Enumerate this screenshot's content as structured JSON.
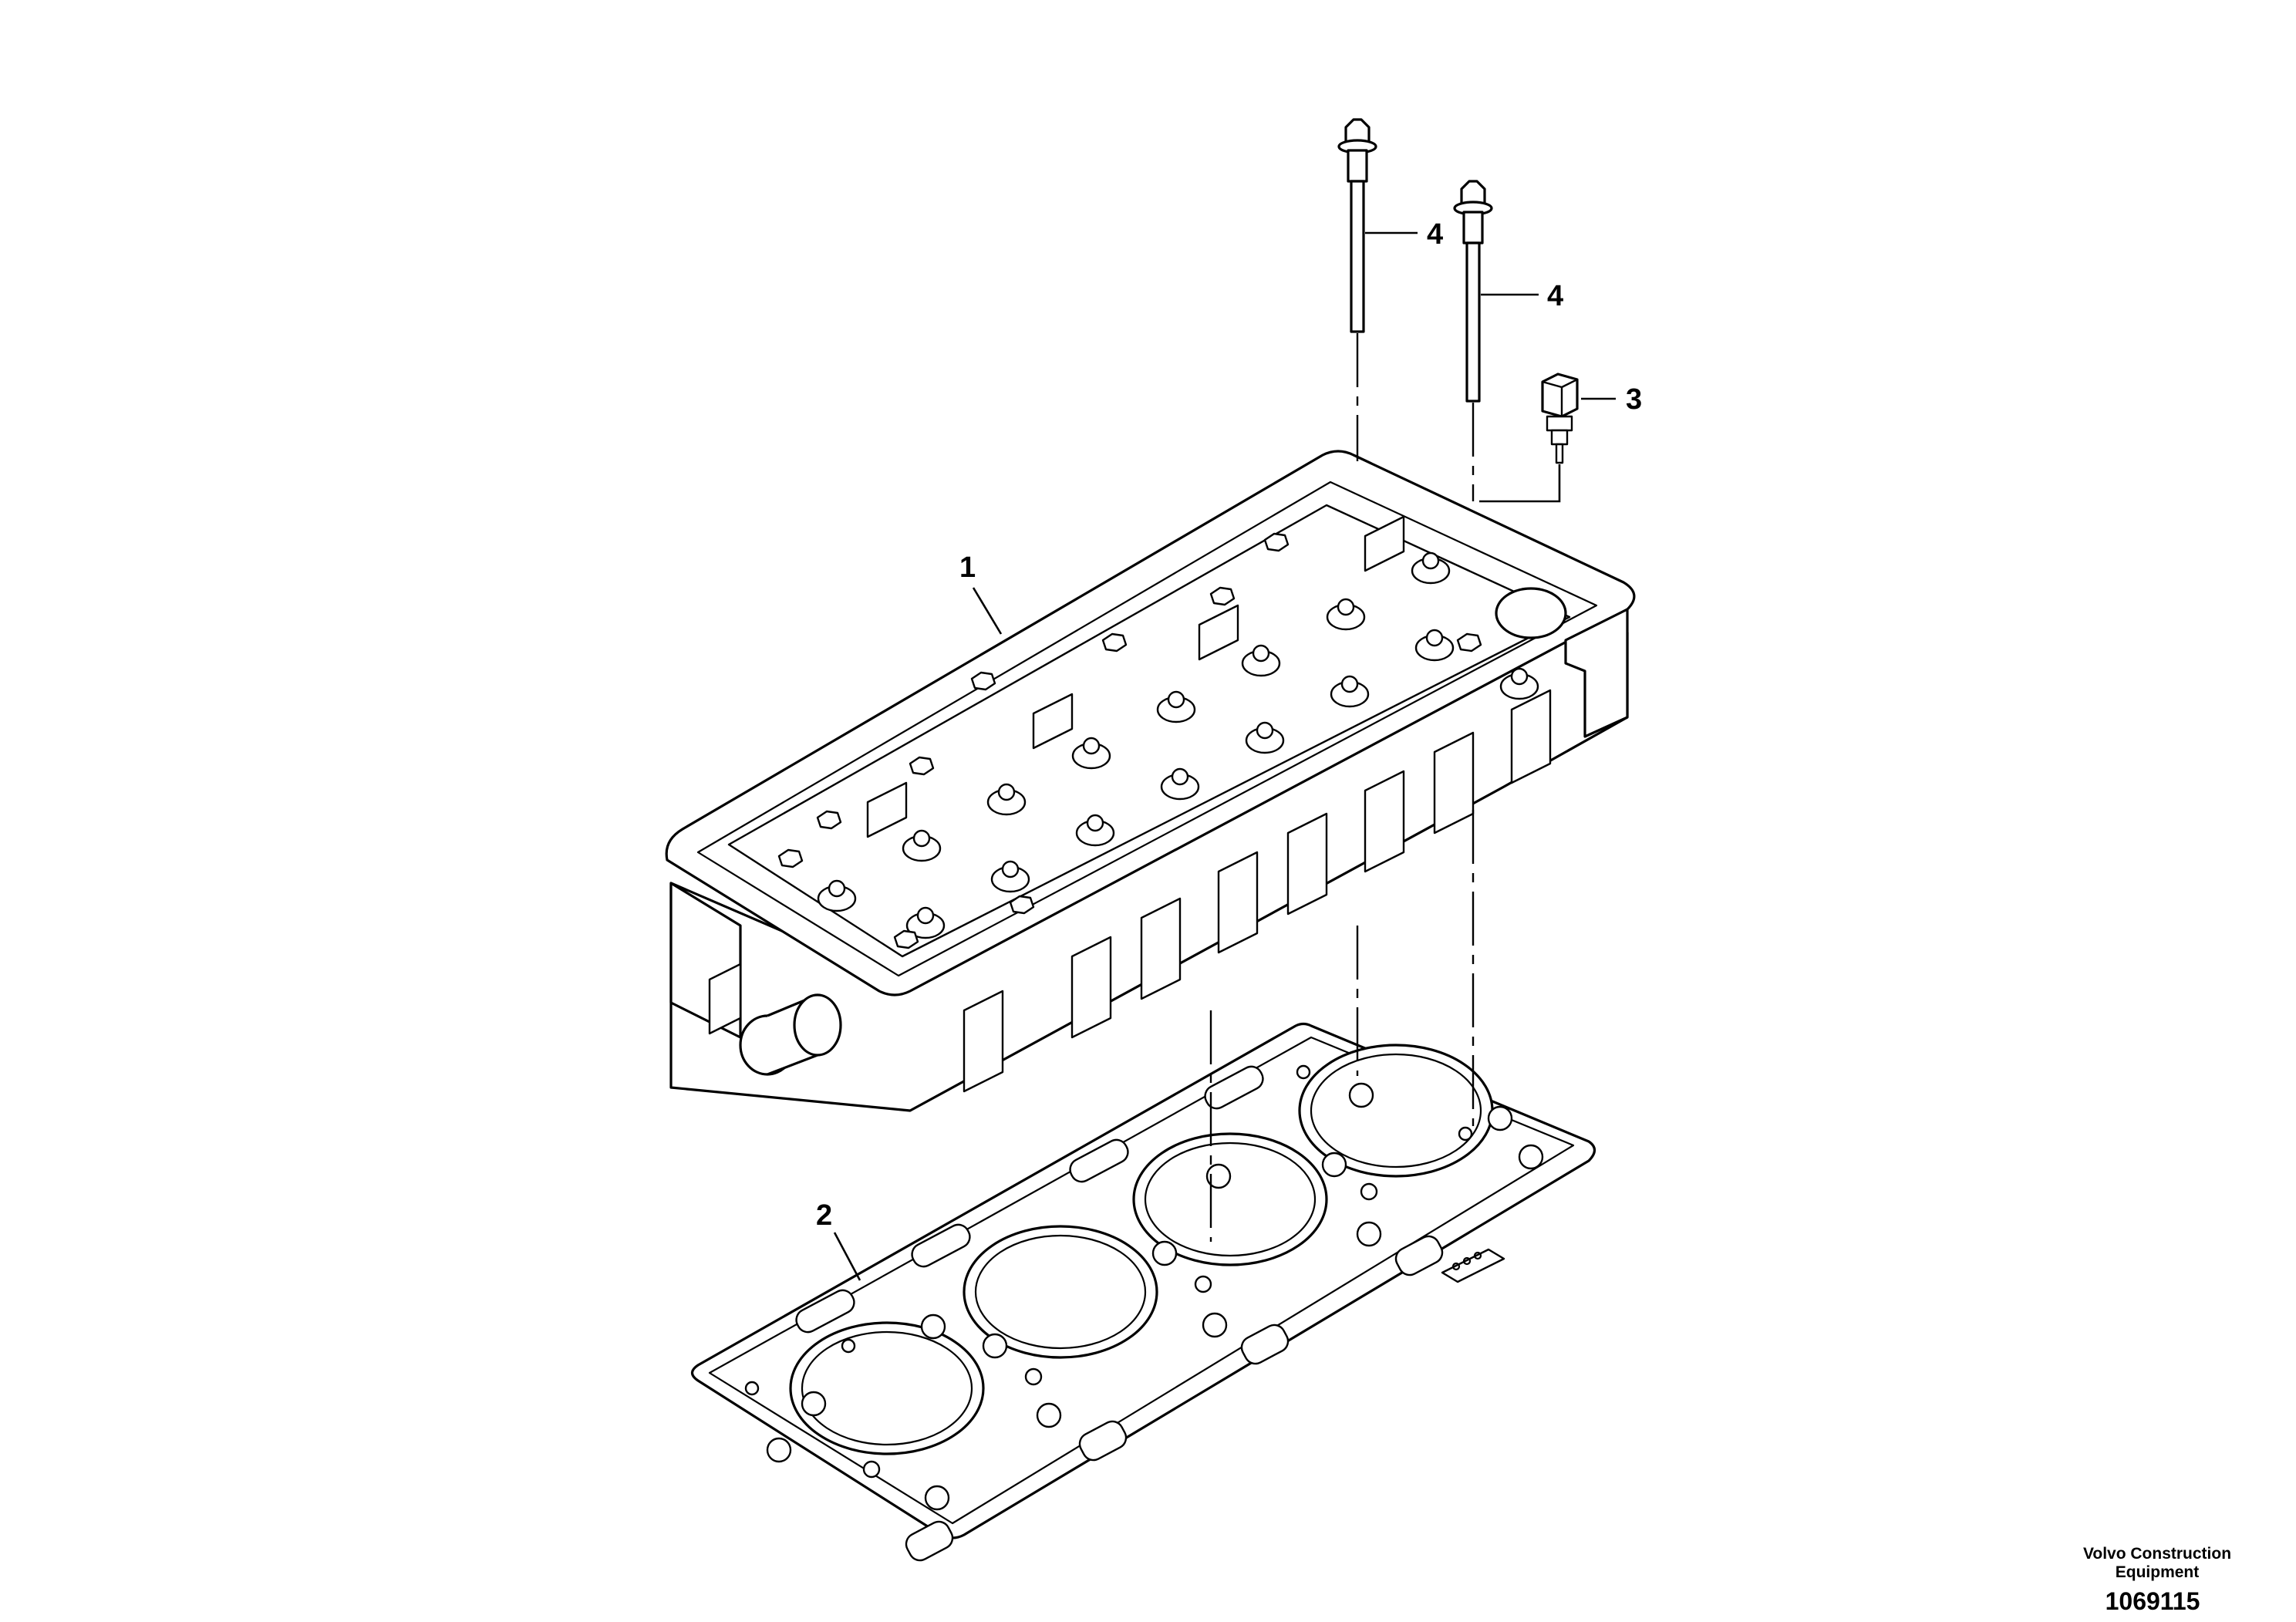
{
  "callouts": {
    "cylinder_head": "1",
    "head_gasket": "2",
    "sensor": "3",
    "bolt_left": "4",
    "bolt_right": "4"
  },
  "footer": {
    "brand_line1": "Volvo Construction",
    "brand_line2": "Equipment",
    "drawing_number": "1069115"
  }
}
